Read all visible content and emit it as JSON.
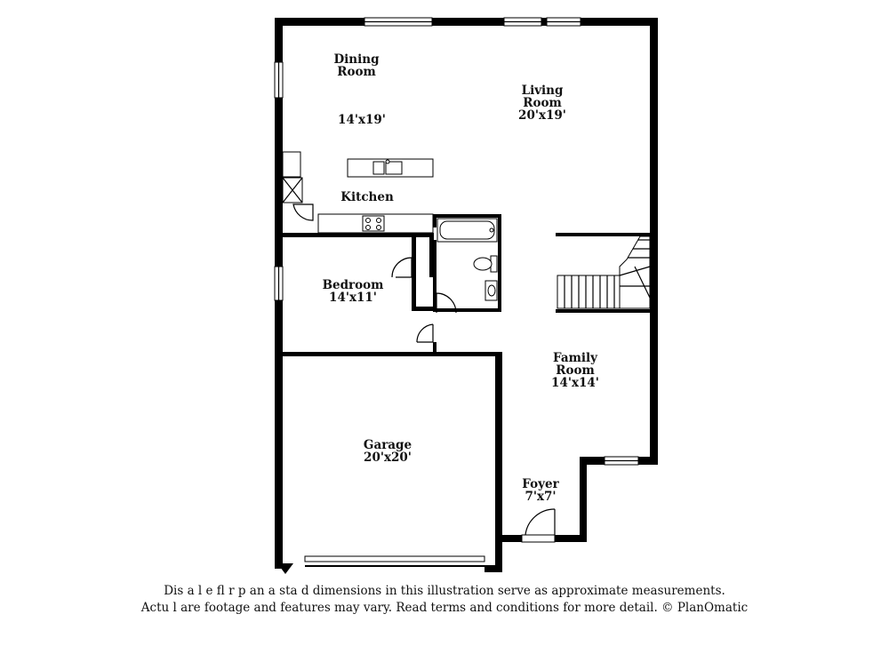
{
  "rooms": {
    "dining": {
      "name_1": "Dining",
      "name_2": "Room",
      "size": "14'x19'"
    },
    "living": {
      "name_1": "Living",
      "name_2": "Room",
      "size": "20'x19'"
    },
    "kitchen": {
      "name": "Kitchen"
    },
    "bedroom": {
      "name": "Bedroom",
      "size": "14'x11'"
    },
    "family": {
      "name_1": "Family",
      "name_2": "Room",
      "size": "14'x14'"
    },
    "garage": {
      "name": "Garage",
      "size": "20'x20'"
    },
    "foyer": {
      "name": "Foyer",
      "size": "7'x7'"
    }
  },
  "disclaimer": {
    "line_1": "Dis  a    l  e fl   r p  an  a   sta  d dimensions in this illustration serve as approximate measurements.",
    "line_2": "Actu  l  are footage and features may vary. Read terms and conditions for more detail. © PlanOmatic"
  }
}
